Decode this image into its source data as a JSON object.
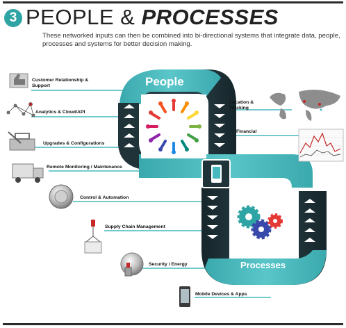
{
  "header": {
    "number": "3",
    "title_part1": "PEOPLE & ",
    "title_part2": "PROCESSES",
    "subtitle": "These networked inputs can then be combined into bi-directional systems that integrate data, people, processes and systems for better decision making."
  },
  "band": {
    "people": "People",
    "processes": "Processes"
  },
  "left_items": [
    {
      "label": "Customer Relationship & Support",
      "icon": "thumbs-up-icon"
    },
    {
      "label": "Analytics & Cloud/API",
      "icon": "network-graph-icon"
    },
    {
      "label": "Upgrades & Configurations",
      "icon": "toolbox-icon"
    },
    {
      "label": "Remote Monitoring / Maintenance",
      "icon": "truck-icon"
    },
    {
      "label": "Control & Automation",
      "icon": "control-knob-icon"
    },
    {
      "label": "Supply Chain Management",
      "icon": "crane-hook-icon"
    },
    {
      "label": "Security / Energy",
      "icon": "security-lock-icon"
    },
    {
      "label": "Mobile Devices & Apps",
      "icon": "mobile-phone-icon"
    }
  ],
  "right_items": [
    {
      "label": "Location & Tracking",
      "icon": "world-map-icon"
    },
    {
      "label": "Financial",
      "icon": "stock-chart-icon"
    }
  ],
  "colors": {
    "teal": "#45b9bd",
    "dark_band": "#1f3339",
    "circle": "#2ea4a4"
  }
}
